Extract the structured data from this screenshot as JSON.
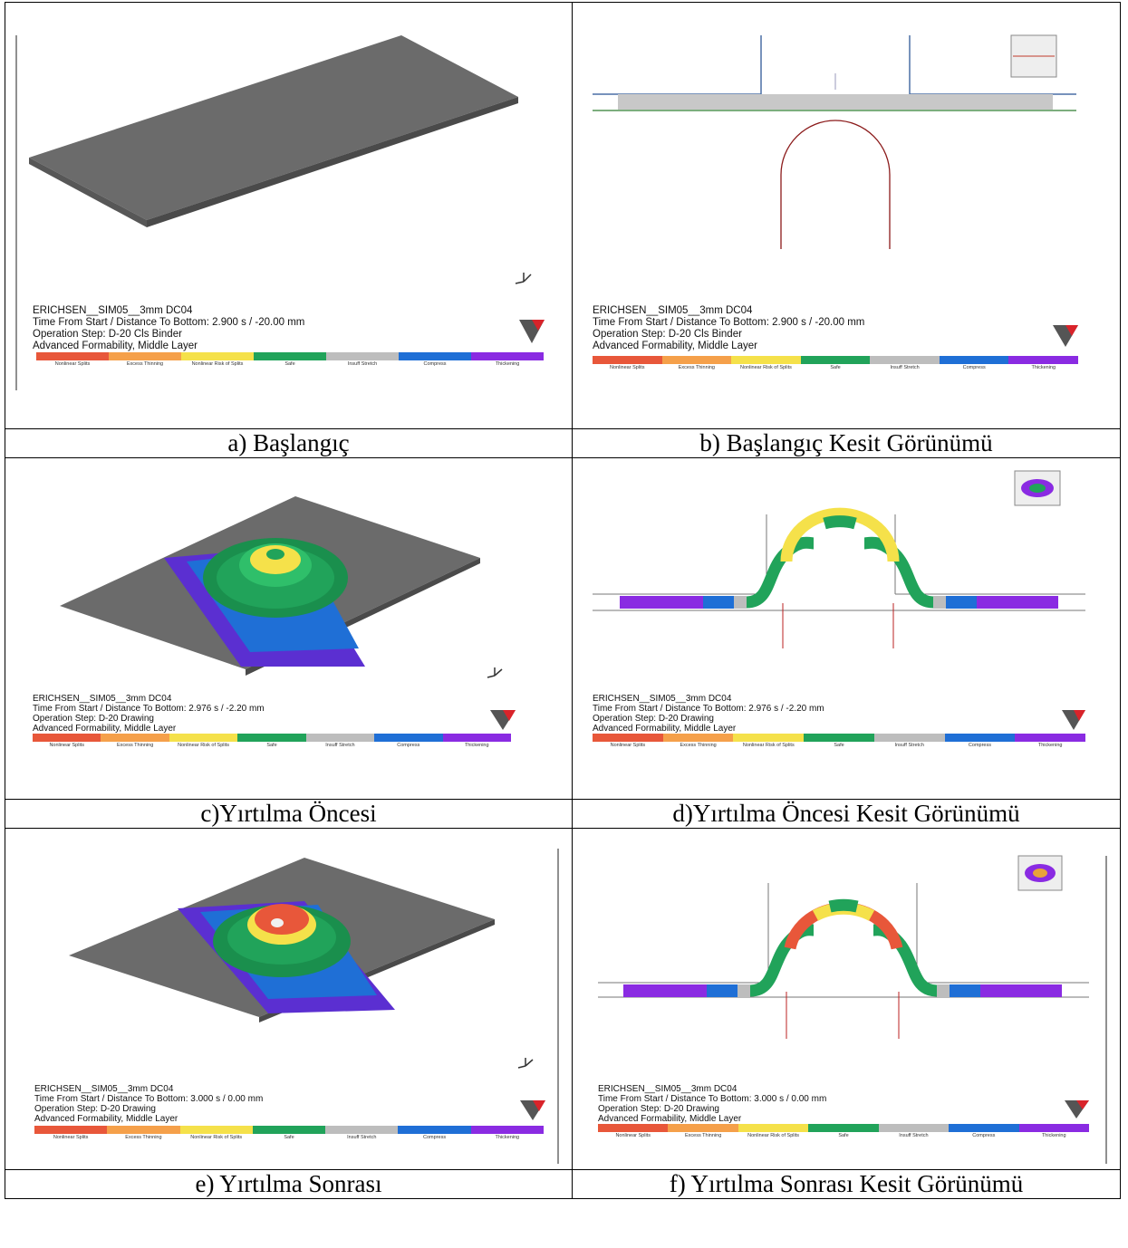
{
  "legend": {
    "colors": [
      "#e8573a",
      "#f5a04a",
      "#f5e14a",
      "#21a35a",
      "#bdbdbd",
      "#1f6fd6",
      "#8a2be2"
    ],
    "labels": [
      "Nonlinear Splits",
      "Excess Thinning",
      "Nonlinear Risk of Splits",
      "Safe",
      "Insuff Stretch",
      "Compress",
      "Thickening"
    ]
  },
  "panels": [
    {
      "caption": "a) Başlangıç",
      "model": "ERICHSEN__SIM05__3mm DC04",
      "time": "Time From Start / Distance To Bottom: 2.900 s / -20.00 mm",
      "step": "Operation Step: D-20 Cls Binder",
      "result": "Advanced Formability, Middle Layer"
    },
    {
      "caption": "b) Başlangıç Kesit Görünümü",
      "model": "ERICHSEN__SIM05__3mm DC04",
      "time": "Time From Start / Distance To Bottom: 2.900 s / -20.00 mm",
      "step": "Operation Step: D-20 Cls Binder",
      "result": "Advanced Formability, Middle Layer"
    },
    {
      "caption": "c)Yırtılma Öncesi",
      "model": "ERICHSEN__SIM05__3mm DC04",
      "time": "Time From Start / Distance To Bottom: 2.976 s / -2.20 mm",
      "step": "Operation Step: D-20 Drawing",
      "result": "Advanced Formability, Middle Layer"
    },
    {
      "caption": "d)Yırtılma Öncesi Kesit Görünümü",
      "model": "ERICHSEN__SIM05__3mm DC04",
      "time": "Time From Start / Distance To Bottom: 2.976 s / -2.20 mm",
      "step": "Operation Step: D-20 Drawing",
      "result": "Advanced Formability, Middle Layer"
    },
    {
      "caption": "e) Yırtılma Sonrası",
      "model": "ERICHSEN__SIM05__3mm DC04",
      "time": "Time From Start / Distance To Bottom: 3.000 s / 0.00 mm",
      "step": "Operation Step: D-20 Drawing",
      "result": "Advanced Formability, Middle Layer"
    },
    {
      "caption": "f) Yırtılma Sonrası Kesit Görünümü",
      "model": "ERICHSEN__SIM05__3mm DC04",
      "time": "Time From Start / Distance To Bottom: 3.000 s / 0.00 mm",
      "step": "Operation Step: D-20 Drawing",
      "result": "Advanced Formability, Middle Layer"
    }
  ]
}
